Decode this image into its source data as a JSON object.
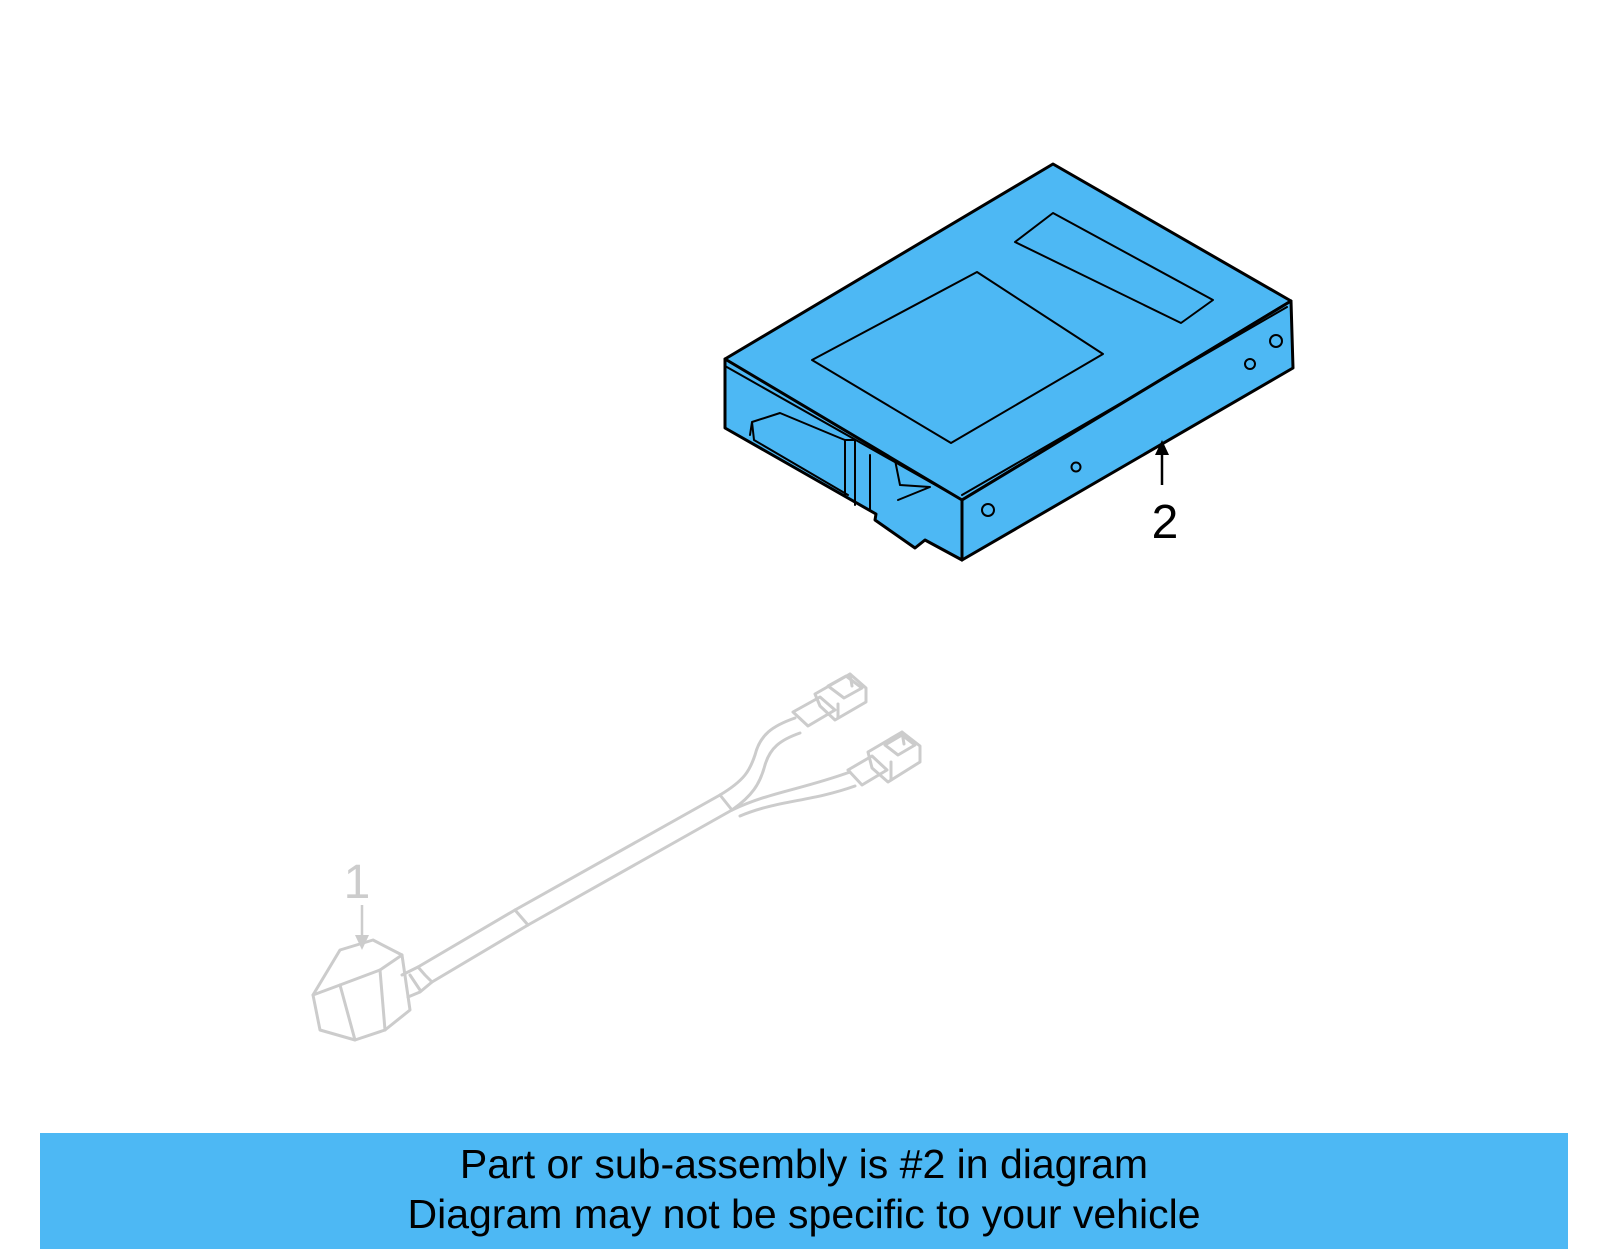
{
  "colors": {
    "highlight_fill": "#4db8f4",
    "outline_dark": "#000000",
    "ghost_gray": "#cccccc",
    "banner_bg": "#4db8f4"
  },
  "callouts": {
    "part_1": "1",
    "part_2": "2"
  },
  "banner": {
    "line1": "Part or sub-assembly is #2 in diagram",
    "line2": "Diagram may not be specific to your vehicle"
  }
}
